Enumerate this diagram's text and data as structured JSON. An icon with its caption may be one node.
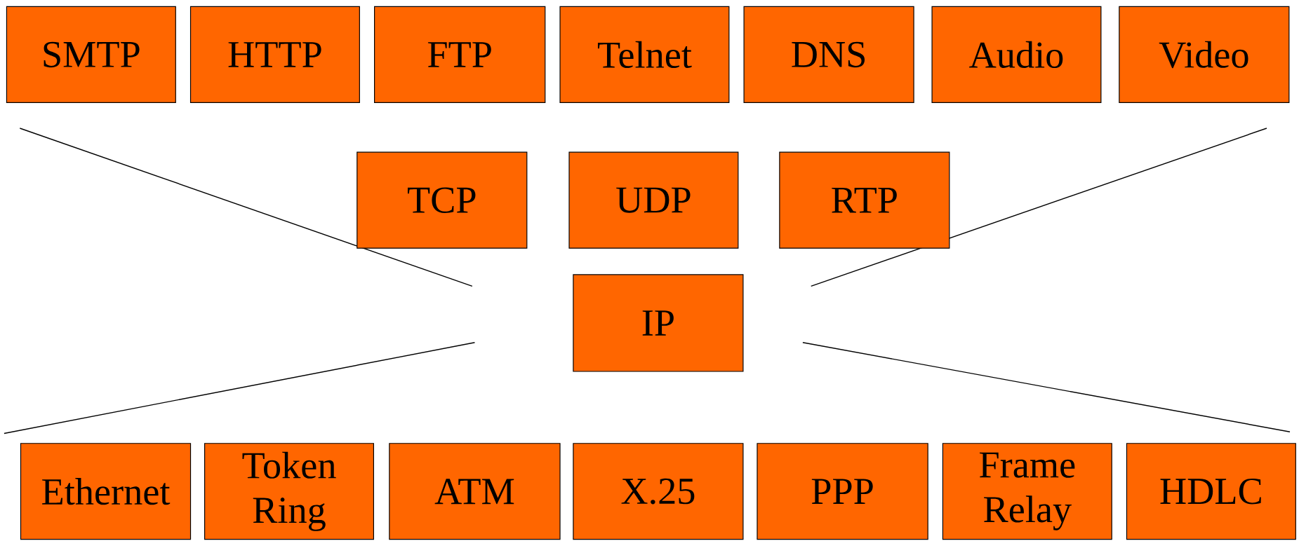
{
  "diagram": {
    "nodes": [
      {
        "text": [
          "SMTP"
        ]
      },
      {
        "text": [
          "HTTP"
        ]
      },
      {
        "text": [
          "FTP"
        ]
      },
      {
        "text": [
          "Telnet"
        ]
      },
      {
        "text": [
          "DNS"
        ]
      },
      {
        "text": [
          "Audio"
        ]
      },
      {
        "text": [
          "Video"
        ]
      },
      {
        "text": [
          "TCP"
        ]
      },
      {
        "text": [
          "UDP"
        ]
      },
      {
        "text": [
          "RTP"
        ]
      },
      {
        "text": [
          "IP"
        ]
      },
      {
        "text": [
          "Ethernet"
        ]
      },
      {
        "text": [
          "Token Ring"
        ]
      },
      {
        "text": [
          "ATM"
        ]
      },
      {
        "text": [
          "X.25"
        ]
      },
      {
        "text": [
          "PPP"
        ]
      },
      {
        "text": [
          "Frame Relay"
        ]
      },
      {
        "text": [
          "HDLC"
        ]
      }
    ]
  }
}
